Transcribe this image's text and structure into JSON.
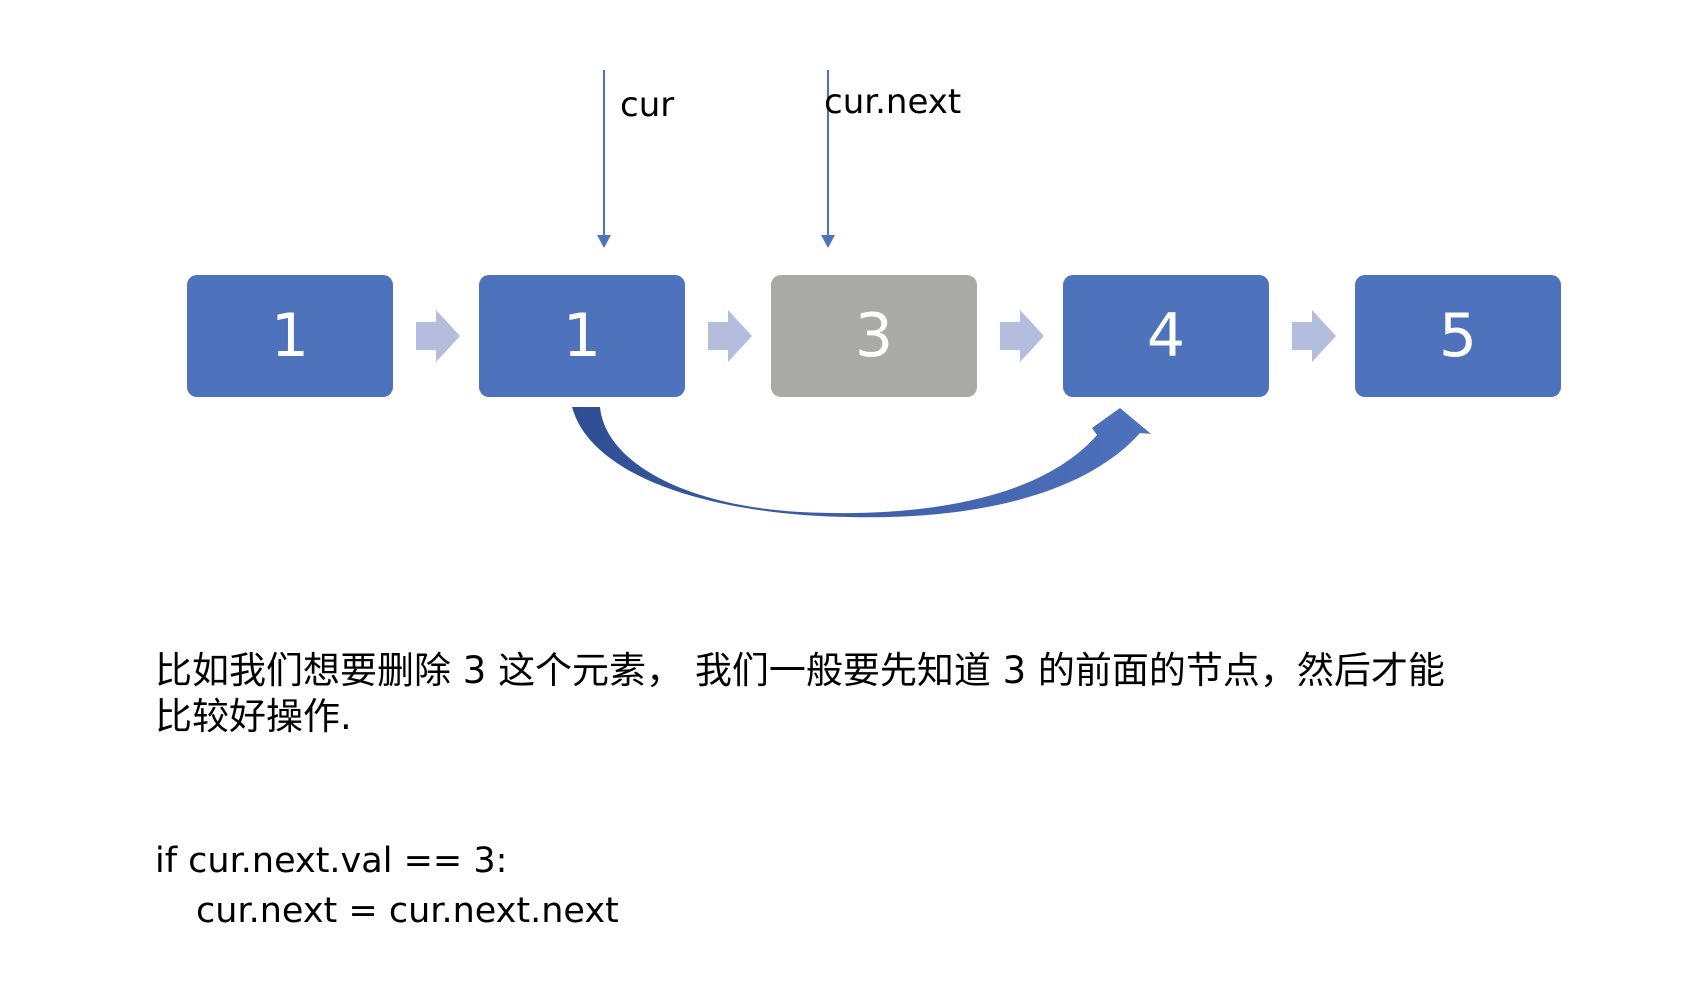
{
  "diagram": {
    "nodes": [
      {
        "value": "1",
        "color": "#4e72bc"
      },
      {
        "value": "1",
        "color": "#4e72bc"
      },
      {
        "value": "3",
        "color": "#aaaaa9"
      },
      {
        "value": "4",
        "color": "#4e72bc"
      },
      {
        "value": "5",
        "color": "#4e72bc"
      }
    ],
    "connector_color": "#b3bddd",
    "pointer_line_color": "#4e72bc",
    "skip_arrow_color": "#3e5fa8",
    "pointers": {
      "cur": "cur",
      "cur_next": "cur.next"
    }
  },
  "explanation": {
    "line1": "比如我们想要删除 3 这个元素，  我们一般要先知道 3 的前面的节点，然后才能",
    "line2": "比较好操作."
  },
  "code": {
    "line1": "if cur.next.val == 3:",
    "line2": "cur.next = cur.next.next"
  }
}
